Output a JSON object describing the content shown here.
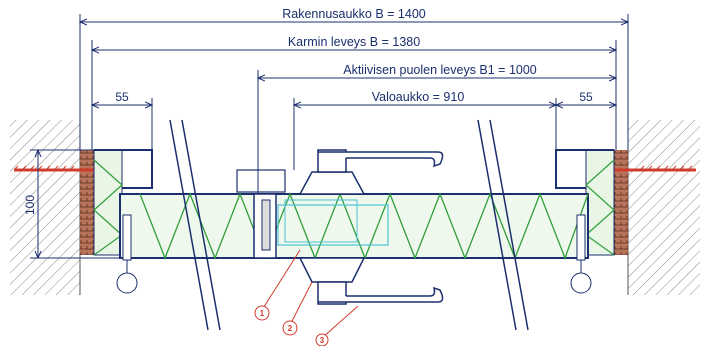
{
  "dimensions": {
    "rakennusaukko": "Rakennusaukko  B = 1400",
    "karmin_leveys": "Karmin leveys B = 1380",
    "aktiivisen": "Aktiivisen puolen leveys B1 = 1000",
    "valoaukko": "Valoaukko = 910",
    "left_offset": "55",
    "right_offset": "55",
    "depth": "100"
  },
  "callouts": [
    "1",
    "2",
    "3"
  ],
  "colors": {
    "line": "#1b2f6e",
    "insulation": "#2f9e3a",
    "callout": "#d13b2b",
    "glass": "#4fc3d9",
    "hatch": "#777777"
  }
}
